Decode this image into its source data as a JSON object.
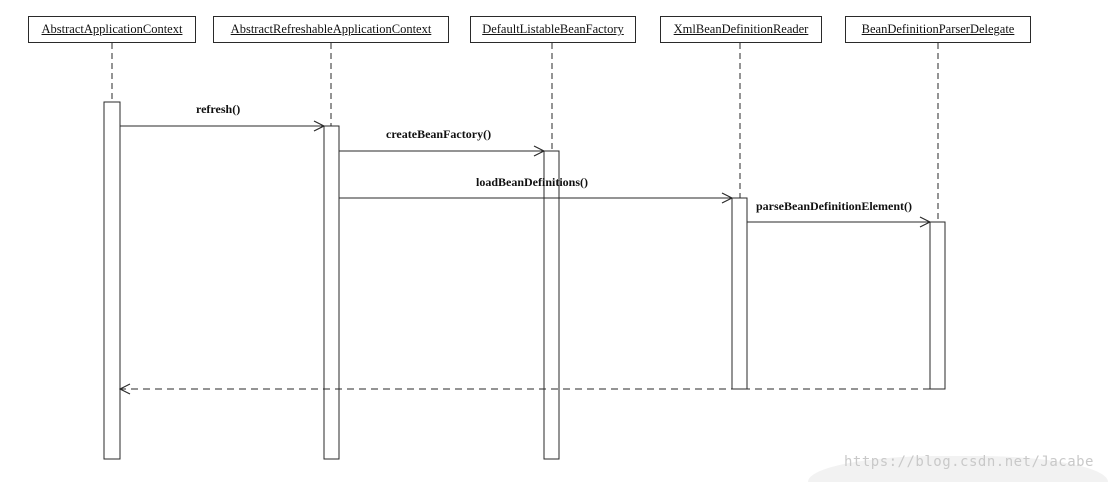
{
  "participants": [
    {
      "id": "aac",
      "label": "AbstractApplicationContext"
    },
    {
      "id": "arac",
      "label": "AbstractRefreshableApplicationContext"
    },
    {
      "id": "dlbf",
      "label": "DefaultListableBeanFactory"
    },
    {
      "id": "xbdr",
      "label": "XmlBeanDefinitionReader"
    },
    {
      "id": "bdpd",
      "label": "BeanDefinitionParserDelegate"
    }
  ],
  "messages": [
    {
      "from": "aac",
      "to": "arac",
      "label": "refresh()",
      "style": "solid"
    },
    {
      "from": "arac",
      "to": "dlbf",
      "label": "createBeanFactory()",
      "style": "solid"
    },
    {
      "from": "arac",
      "to": "xbdr",
      "label": "loadBeanDefinitions()",
      "style": "solid"
    },
    {
      "from": "xbdr",
      "to": "bdpd",
      "label": "parseBeanDefinitionElement()",
      "style": "solid"
    },
    {
      "from": "bdpd",
      "to": "aac",
      "label": "",
      "style": "dashed"
    }
  ],
  "watermark": "https://blog.csdn.net/Jacabe",
  "colors": {
    "line": "#2a2a2a",
    "watermark": "#c9c9c9"
  }
}
